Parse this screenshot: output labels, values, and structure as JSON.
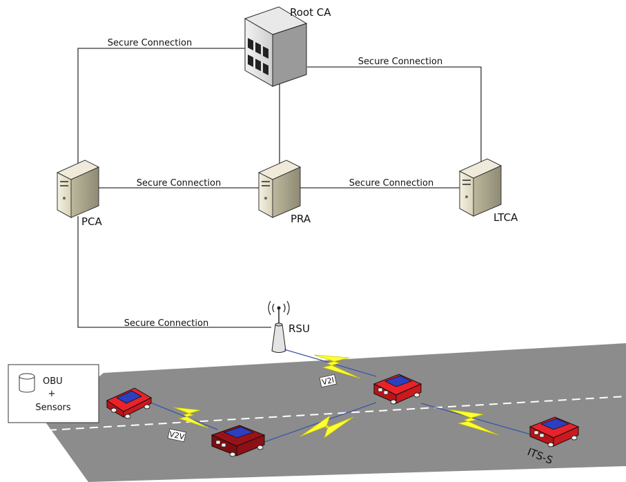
{
  "nodes": {
    "root_ca": "Root CA",
    "pca": "PCA",
    "pra": "PRA",
    "ltca": "LTCA",
    "rsu": "RSU",
    "its_s": "ITS-S"
  },
  "connections": {
    "root_pca": "Secure Connection",
    "root_ltca": "Secure Connection",
    "pca_pra": "Secure Connection",
    "pra_ltca": "Secure Connection",
    "pca_rsu": "Secure Connection"
  },
  "links": {
    "v2i": "V2I",
    "v2v": "V2V"
  },
  "legend": {
    "line1": "OBU",
    "line2": "+",
    "line3": "Sensors"
  },
  "colors": {
    "road": "#8a8a8a",
    "car_red": "#e8232a",
    "car_blue": "#2b3fbf",
    "lightning": "#ffff33",
    "link_line": "#3a56a8"
  }
}
